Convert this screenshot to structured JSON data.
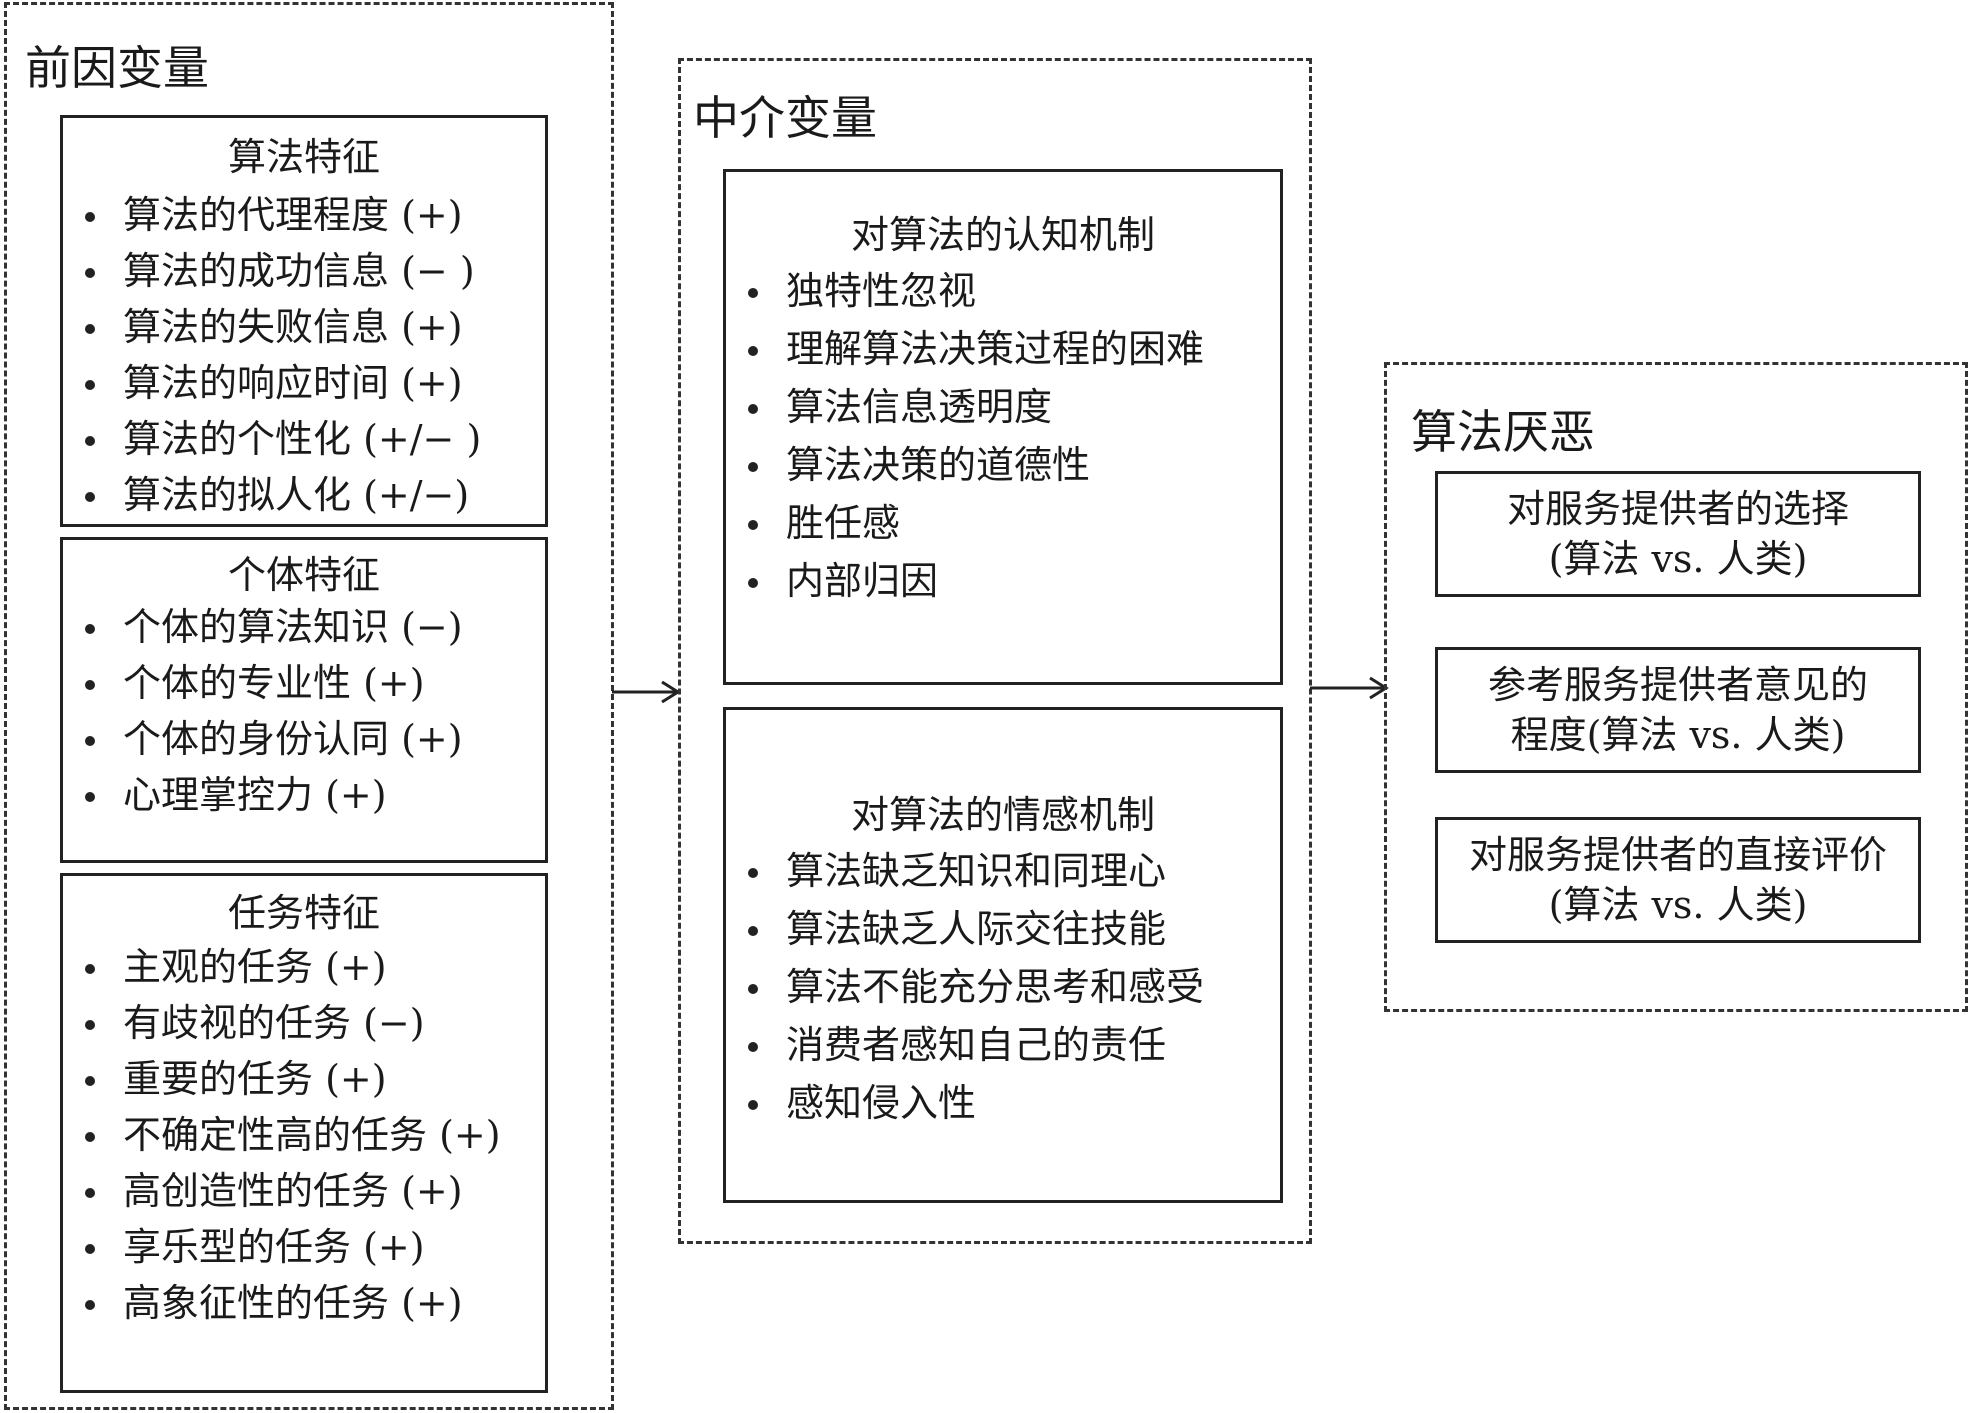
{
  "antecedents": {
    "title": "前因变量",
    "algorithm": {
      "title": "算法特征",
      "items": [
        "算法的代理程度 (+)",
        "算法的成功信息 (− )",
        "算法的失败信息 (+)",
        "算法的响应时间 (+)",
        "算法的个性化 (+/− )",
        "算法的拟人化 (+/−)"
      ]
    },
    "individual": {
      "title": "个体特征",
      "items": [
        "个体的算法知识 (−)",
        "个体的专业性 (+)",
        "个体的身份认同 (+)",
        "心理掌控力 (+)"
      ]
    },
    "task": {
      "title": "任务特征",
      "items": [
        "主观的任务 (+)",
        "有歧视的任务 (−)",
        "重要的任务 (+)",
        "不确定性高的任务 (+)",
        "高创造性的任务 (+)",
        "享乐型的任务 (+)",
        "高象征性的任务 (+)"
      ]
    }
  },
  "mediators": {
    "title": "中介变量",
    "cognitive": {
      "title": "对算法的认知机制",
      "items": [
        "独特性忽视",
        "理解算法决策过程的困难",
        "算法信息透明度",
        "算法决策的道德性",
        "胜任感",
        "内部归因"
      ]
    },
    "affective": {
      "title": "对算法的情感机制",
      "items": [
        "算法缺乏知识和同理心",
        "算法缺乏人际交往技能",
        "算法不能充分思考和感受",
        "消费者感知自己的责任",
        "感知侵入性"
      ]
    }
  },
  "outcome": {
    "title": "算法厌恶",
    "boxes": [
      {
        "line1": "对服务提供者的选择",
        "line2": "(算法 vs. 人类)"
      },
      {
        "line1": "参考服务提供者意见的",
        "line2": "程度(算法 vs. 人类)"
      },
      {
        "line1": "对服务提供者的直接评价",
        "line2": "(算法 vs. 人类)"
      }
    ]
  }
}
